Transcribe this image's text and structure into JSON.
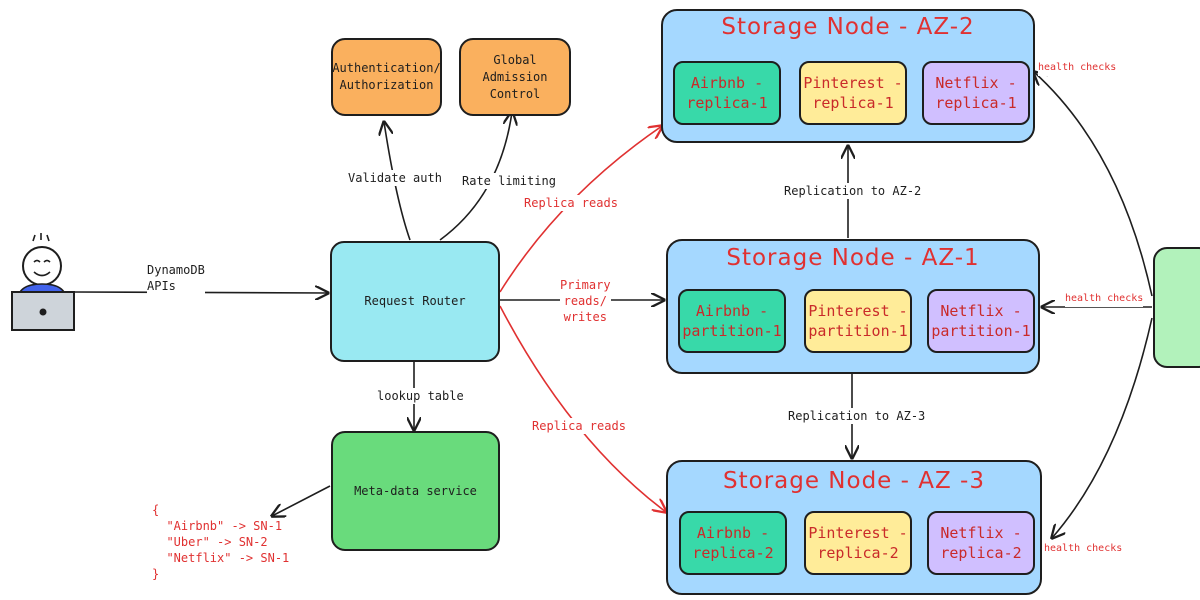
{
  "colors": {
    "edge": "#1e1e1e",
    "accent_red": "#e03131",
    "orange": "#fab05e",
    "cyan": "#99e9f2",
    "green": "#69db7c",
    "node_blue": "#a5d8ff",
    "teal": "#38d9a9",
    "yellow": "#ffec99",
    "purple": "#d0bfff"
  },
  "client": {
    "icon": "user-laptop-icon",
    "api_label": "DynamoDB\nAPIs"
  },
  "services": {
    "auth": "Authentication/\nAuthorization",
    "admission": "Global\nAdmission\nControl",
    "router": "Request Router",
    "metadata": "Meta-data service"
  },
  "edge_labels": {
    "validate_auth": "Validate auth",
    "rate_limiting": "Rate limiting",
    "lookup_table": "lookup table",
    "replica_reads_top": "Replica reads",
    "primary_rw": "Primary\nreads/\nwrites",
    "replica_reads_bottom": "Replica reads",
    "replication_az2": "Replication to AZ-2",
    "replication_az3": "Replication to AZ-3",
    "health_checks": [
      "health checks",
      "health checks",
      "health checks"
    ]
  },
  "lookup_table_content": [
    "{",
    "  \"Airbnb\" -> SN-1",
    "  \"Uber\" -> SN-2",
    "  \"Netflix\" -> SN-1",
    "}"
  ],
  "storage_nodes": [
    {
      "title": "Storage Node - AZ-2",
      "parts": [
        "Airbnb -\nreplica-1",
        "Pinterest -\nreplica-1",
        "Netflix -\nreplica-1"
      ]
    },
    {
      "title": "Storage Node - AZ-1",
      "parts": [
        "Airbnb -\npartition-1",
        "Pinterest -\npartition-1",
        "Netflix -\npartition-1"
      ]
    },
    {
      "title": "Storage Node - AZ -3",
      "parts": [
        "Airbnb -\nreplica-2",
        "Pinterest -\nreplica-2",
        "Netflix -\nreplica-2"
      ]
    }
  ]
}
